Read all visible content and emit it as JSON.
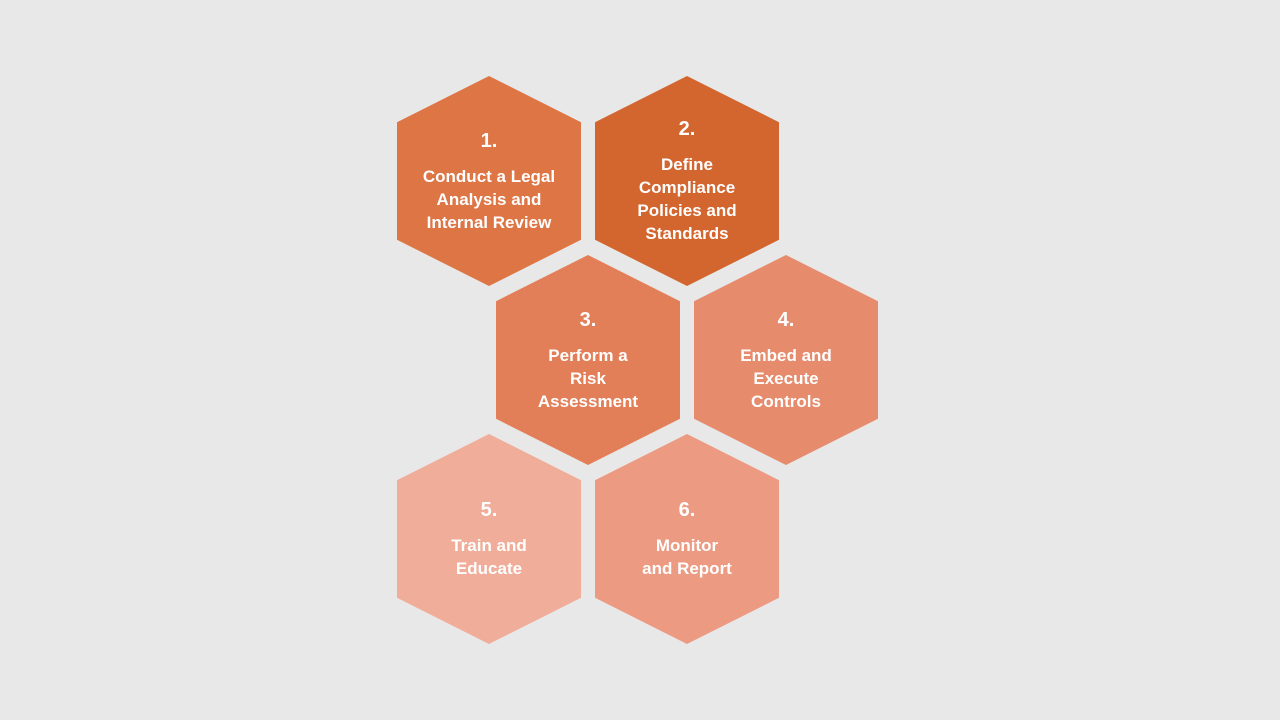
{
  "steps": [
    {
      "number": "1.",
      "label": "Conduct a Legal\nAnalysis and\nInternal Review",
      "color": "#dd7545"
    },
    {
      "number": "2.",
      "label": "Define\nCompliance\nPolicies and\nStandards",
      "color": "#d3652e"
    },
    {
      "number": "3.",
      "label": "Perform a\nRisk\nAssessment",
      "color": "#e27f59"
    },
    {
      "number": "4.",
      "label": "Embed and\nExecute\nControls",
      "color": "#e78b6d"
    },
    {
      "number": "5.",
      "label": "Train and\nEducate",
      "color": "#f0ad99"
    },
    {
      "number": "6.",
      "label": "Monitor\nand Report",
      "color": "#ec9b82"
    }
  ]
}
